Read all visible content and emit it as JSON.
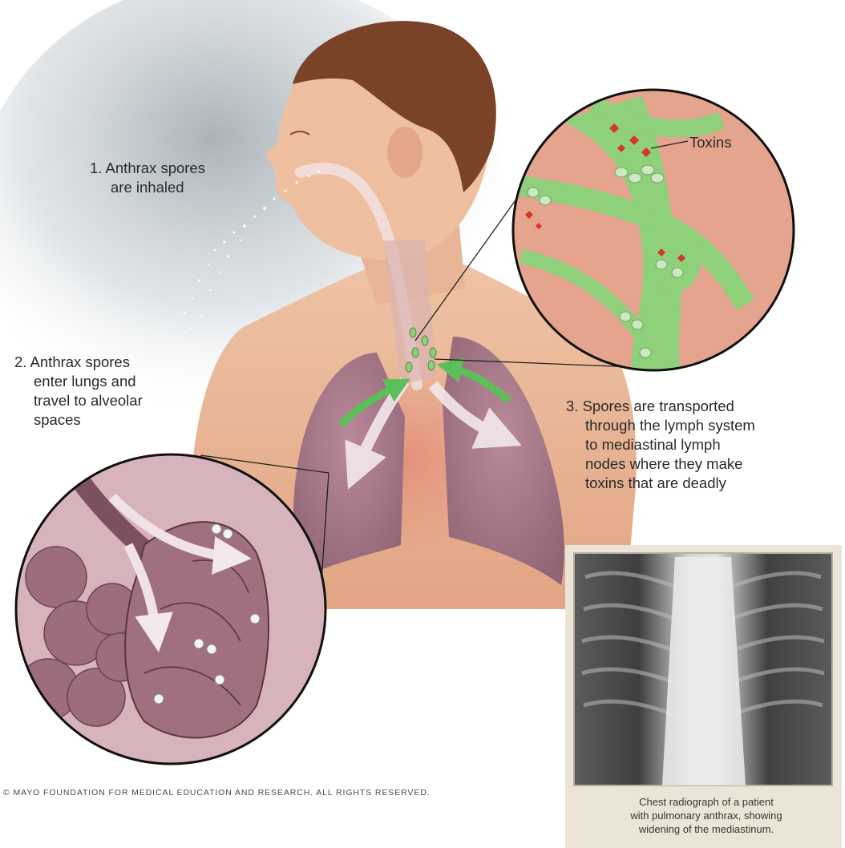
{
  "labels": {
    "step1": [
      "1. Anthrax spores",
      "are inhaled"
    ],
    "step2": [
      "2. Anthrax spores",
      "enter lungs and",
      "travel to alveolar",
      "spaces"
    ],
    "step3": [
      "3. Spores are transported",
      "through the lymph system",
      "to mediastinal lymph",
      "nodes where they make",
      "toxins that are deadly"
    ],
    "toxins": "Toxins"
  },
  "copyright": "© MAYO FOUNDATION FOR MEDICAL EDUCATION AND RESEARCH. ALL RIGHTS RESERVED.",
  "xray_caption": [
    "Chest radiograph of a patient",
    "with pulmonary anthrax, showing",
    "widening of the mediastinum."
  ],
  "colors": {
    "skin": "#e9b08e",
    "lung": "#a67a8a",
    "lymph_green": "#8fd07a",
    "arrow_green": "#5cc05a",
    "toxin_red": "#d8342a",
    "inset_bg": "#e4a48e",
    "alveoli_bg": "#d7b3bc",
    "xray_frame": "#ece4d6"
  }
}
